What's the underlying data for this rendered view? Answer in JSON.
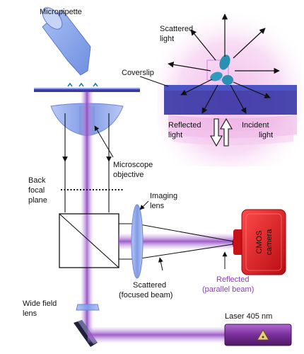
{
  "labels": {
    "micropipette": "Micropipette",
    "coverslip": "Coverslip",
    "scattered_light_1": "Scattered",
    "scattered_light_2": "light",
    "reflected_light_1": "Reflected",
    "reflected_light_2": "light",
    "incident_light_1": "Incident",
    "incident_light_2": "light",
    "microscope_objective_1": "Microscope",
    "microscope_objective_2": "objective",
    "back_focal_plane_1": "Back",
    "back_focal_plane_2": "focal",
    "back_focal_plane_3": "plane",
    "imaging_lens_1": "Imaging",
    "imaging_lens_2": "lens",
    "scattered_beam_1": "Scattered",
    "scattered_beam_2": "(focused beam)",
    "reflected_beam_1": "Reflected",
    "reflected_beam_2": "(parallel beam)",
    "wide_field_lens_1": "Wide field",
    "wide_field_lens_2": "lens",
    "laser": "Laser 405 nm",
    "camera_1": "CMOS",
    "camera_2": "camera"
  },
  "colors": {
    "beam": "#a064c8",
    "optics": "#8fa6e6",
    "camera": "#d8161c",
    "laser": "#7a2e9a",
    "coverslip": "#3a3aa8",
    "cells": "#2a8fb0",
    "reflected_label": "#8a3fb0"
  }
}
